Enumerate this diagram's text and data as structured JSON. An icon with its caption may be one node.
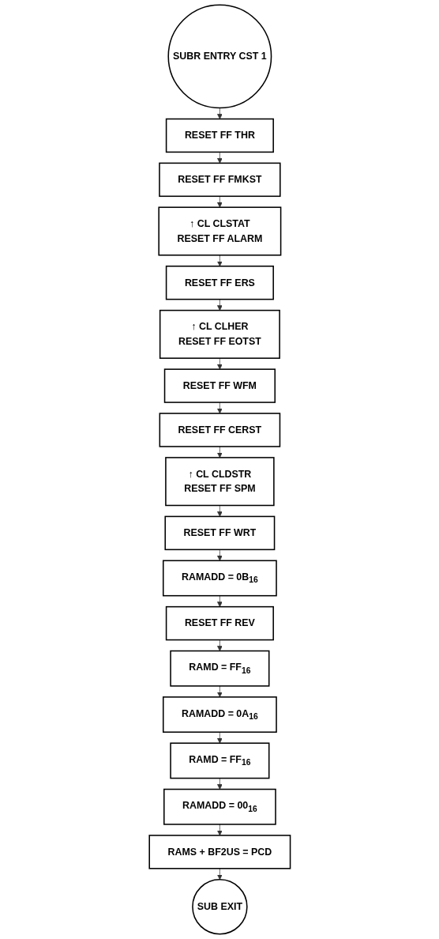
{
  "diagram": {
    "nodes": [
      {
        "text": [
          "SUBR ENTRY CST 1"
        ]
      },
      {
        "text": [
          "RESET FF THR"
        ]
      },
      {
        "text": [
          "RESET FF FMKST"
        ]
      },
      {
        "text": [
          "↑ CL CLSTAT",
          "RESET FF ALARM"
        ]
      },
      {
        "text": [
          "RESET FF ERS"
        ]
      },
      {
        "text": [
          "↑ CL CLHER",
          "RESET FF EOTST"
        ]
      },
      {
        "text": [
          "RESET FF WFM"
        ]
      },
      {
        "text": [
          "RESET FF CERST"
        ]
      },
      {
        "text": [
          "↑ CL CLDSTR",
          "RESET FF SPM"
        ]
      },
      {
        "text": [
          "RESET FF WRT"
        ]
      },
      {
        "text": [
          "RAMADD = 0B$_{16}$"
        ]
      },
      {
        "text": [
          "RESET FF REV"
        ]
      },
      {
        "text": [
          "RAMD = FF$_{16}$"
        ]
      },
      {
        "text": [
          "RAMADD = 0A$_{16}$"
        ]
      },
      {
        "text": [
          "RAMD = FF$_{16}$"
        ]
      },
      {
        "text": [
          "RAMADD = 00$_{16}$"
        ]
      },
      {
        "text": [
          "RAMS + BF2US = PCD"
        ]
      },
      {
        "text": [
          "SUB EXIT"
        ]
      }
    ],
    "edges": [
      {
        "from": 0,
        "to": 1,
        "arrow": "to"
      },
      {
        "from": 1,
        "to": 2,
        "arrow": "to"
      },
      {
        "from": 2,
        "to": 3,
        "arrow": "to"
      },
      {
        "from": 3,
        "to": 4,
        "arrow": "to"
      },
      {
        "from": 4,
        "to": 5,
        "arrow": "to"
      },
      {
        "from": 5,
        "to": 6,
        "arrow": "to"
      },
      {
        "from": 6,
        "to": 7,
        "arrow": "to"
      },
      {
        "from": 7,
        "to": 8,
        "arrow": "to"
      },
      {
        "from": 8,
        "to": 9,
        "arrow": "to"
      },
      {
        "from": 9,
        "to": 10,
        "arrow": "to"
      },
      {
        "from": 10,
        "to": 11,
        "arrow": "to"
      },
      {
        "from": 11,
        "to": 12,
        "arrow": "to"
      },
      {
        "from": 12,
        "to": 13,
        "arrow": "to"
      },
      {
        "from": 13,
        "to": 14,
        "arrow": "to"
      },
      {
        "from": 14,
        "to": 15,
        "arrow": "to"
      },
      {
        "from": 15,
        "to": 16,
        "arrow": "to"
      },
      {
        "from": 16,
        "to": 17,
        "arrow": "to"
      }
    ]
  }
}
